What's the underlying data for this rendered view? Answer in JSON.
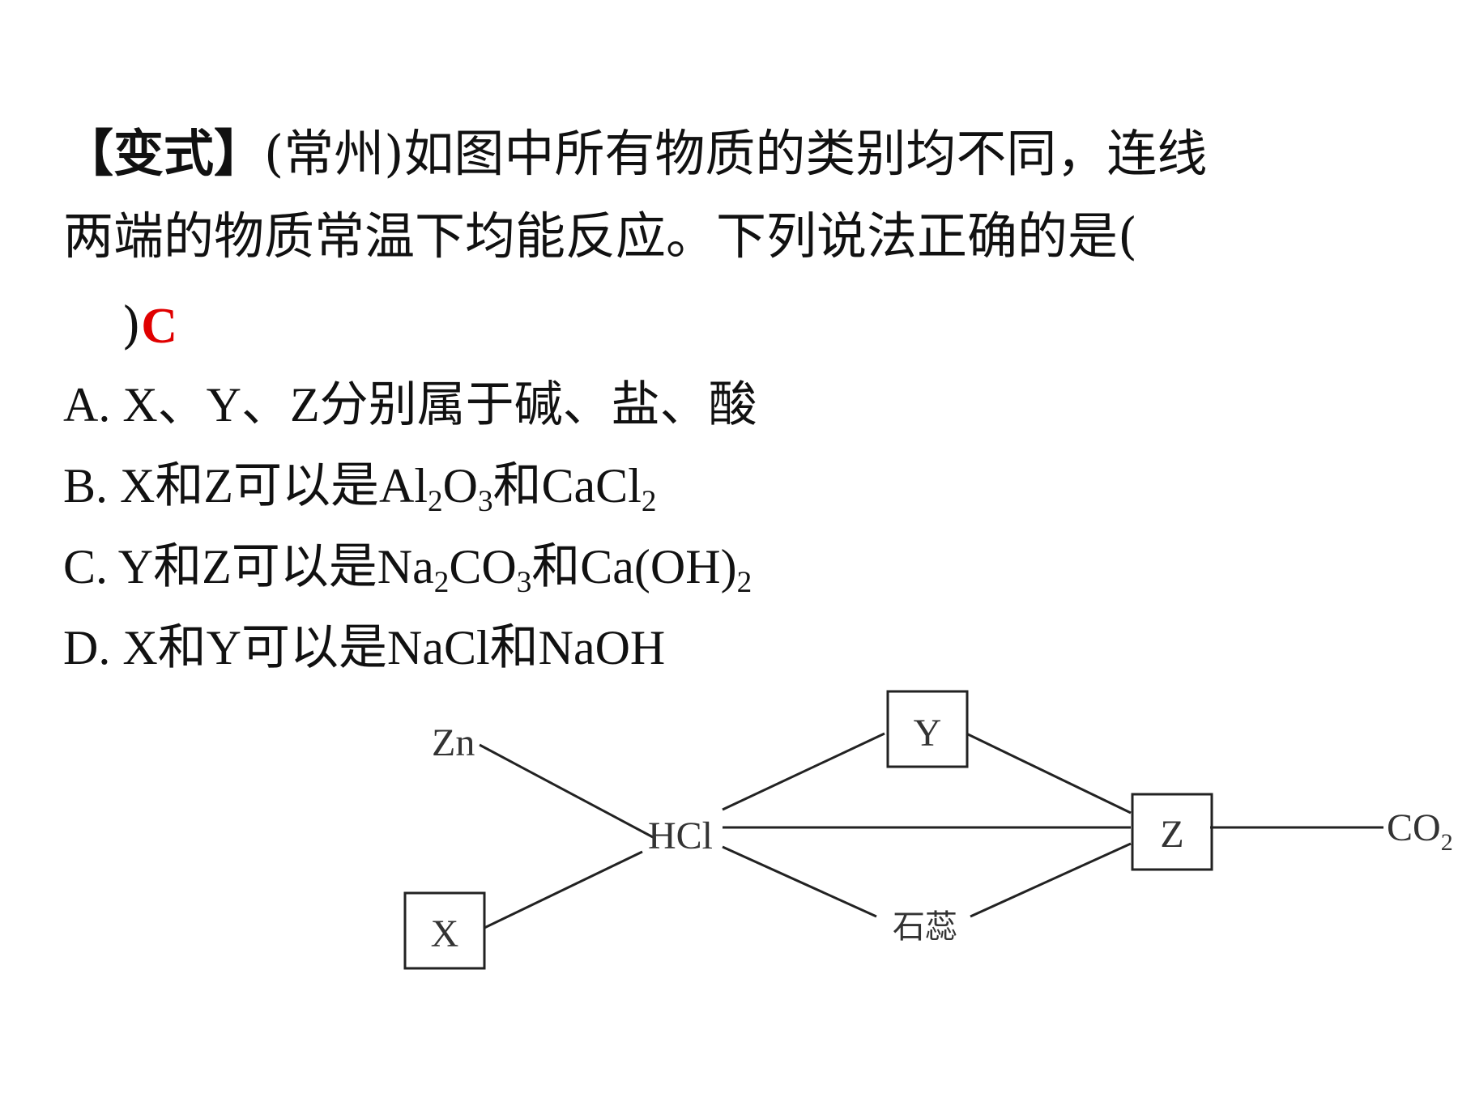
{
  "question": {
    "tag": "【变式】",
    "line1": "(常州)如图中所有物质的类别均不同，连线",
    "line2": "两端的物质常温下均能反应。下列说法正确的是(",
    "paren_close": ")",
    "answer": "C"
  },
  "options": {
    "a": {
      "prefix": "A. X、Y、Z分别属于碱、盐、酸"
    },
    "b": {
      "prefix": "B. X和Z可以是Al",
      "s1": "2",
      "m1": "O",
      "s2": "3",
      "m2": "和CaCl",
      "s3": "2"
    },
    "c": {
      "prefix": "C. Y和Z可以是Na",
      "s1": "2",
      "m1": "CO",
      "s2": "3",
      "m2": "和Ca(OH)",
      "s3": "2"
    },
    "d": {
      "prefix": "D. X和Y可以是NaCl和NaOH"
    }
  },
  "diagram": {
    "zn": "Zn",
    "hcl": "HCl",
    "x": "X",
    "y": "Y",
    "z": "Z",
    "litmus": "石蕊",
    "co2_main": "CO",
    "co2_sub": "2"
  }
}
